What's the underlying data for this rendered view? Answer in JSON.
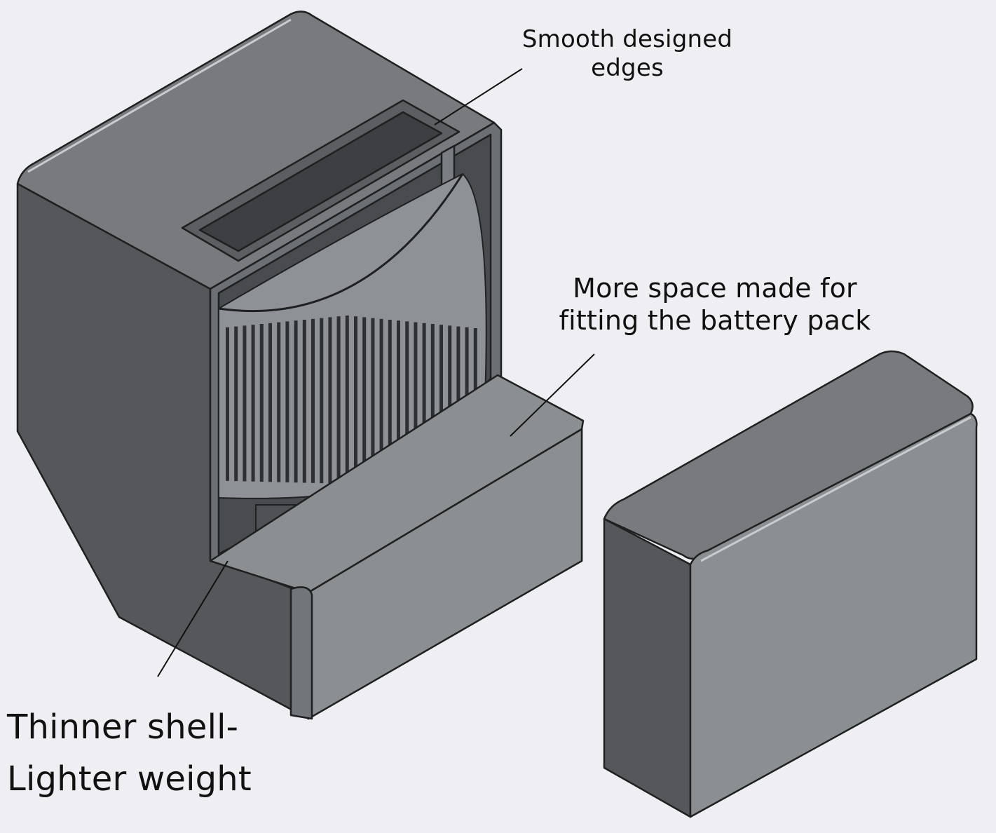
{
  "annotations": {
    "smooth_edges": {
      "line1": "Smooth designed",
      "line2": "edges"
    },
    "battery_space": {
      "line1": "More space made for",
      "line2": "fitting the battery pack"
    },
    "thinner_shell": {
      "line1": "Thinner shell-",
      "line2": "Lighter weight"
    }
  },
  "colors": {
    "background": "#efeef3",
    "top_face": "#787a7e",
    "side_face_dark": "#55575a",
    "side_face_light": "#8b8f92",
    "edge": "#1f2022",
    "highlight": "#c9cccf",
    "inner_dark": "#4a4b4e"
  }
}
